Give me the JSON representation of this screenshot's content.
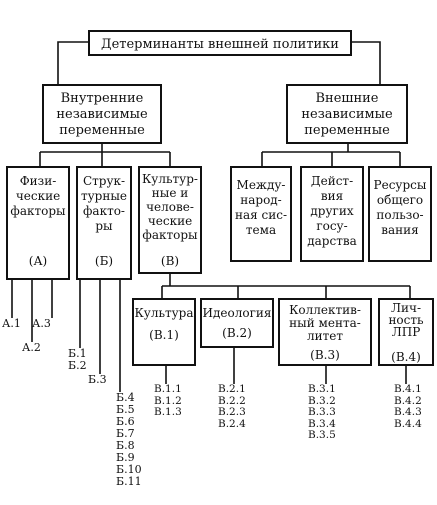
{
  "title": "Детерминанты внешней политики",
  "internal": {
    "label": "Внутренние\nнезависимые\nпеременные"
  },
  "external": {
    "label": "Внешние\nнезависимые\nпеременные"
  },
  "factors": [
    {
      "label": "Физи-\nческие\nфакторы",
      "code": "(А)"
    },
    {
      "label": "Струк-\nтурные\nфакто-\nры",
      "code": "(Б)"
    },
    {
      "label": "Культур-\nные и\nчелове-\nческие\nфакторы",
      "code": "(В)"
    }
  ],
  "external_items": [
    "Между-\nнарод-\nная сис-\nтема",
    "Дейст-\nвия\nдругих\nгосу-\nдарства",
    "Ресурсы\nобщего\nпользо-\nвания"
  ],
  "a_items": [
    "А.1",
    "А.2",
    "А.3"
  ],
  "b_items": [
    "Б.1",
    "Б.2",
    "Б.3",
    "Б.4",
    "Б.5",
    "Б.6",
    "Б.7",
    "Б.8",
    "Б.9",
    "Б.10",
    "Б.11"
  ],
  "v_sub": [
    {
      "label": "Культура",
      "code": "(В.1)",
      "items": "В.1.1\nВ.1.2\nВ.1.3"
    },
    {
      "label": "Идеология",
      "code": "(В.2)",
      "items": "В.2.1\nВ.2.2\nВ.2.3\nВ.2.4"
    },
    {
      "label": "Коллектив-\nный мента-\nлитет",
      "code": "(В.3)",
      "items": "В.3.1\nВ.3.2\nВ.3.3\nВ.3.4\nВ.3.5"
    },
    {
      "label": "Лич-\nность\nЛПР",
      "code": "(В.4)",
      "items": "В.4.1\nВ.4.2\nВ.4.3\nВ.4.4"
    }
  ]
}
